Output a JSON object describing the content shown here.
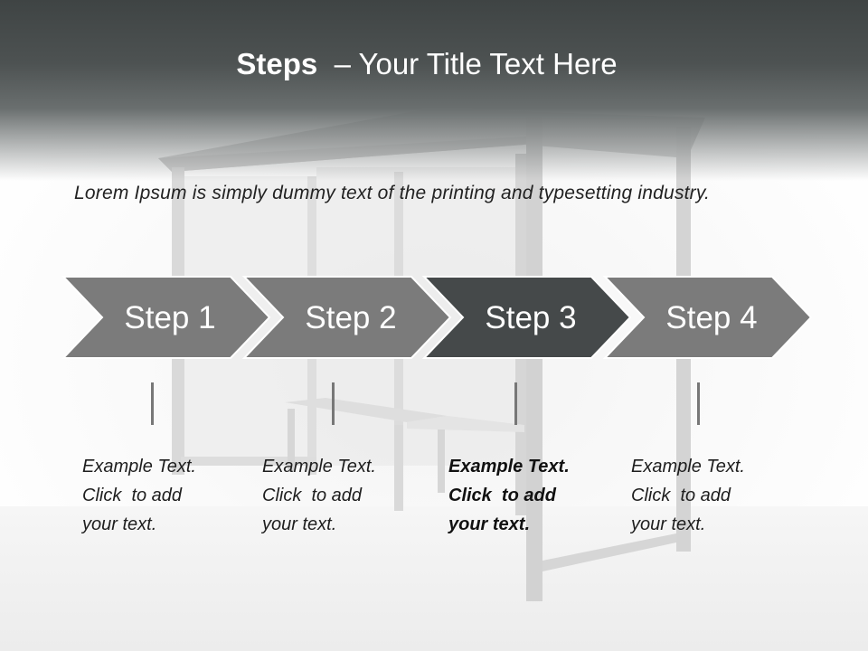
{
  "slide": {
    "title_bold": "Steps",
    "title_rest": "– Your Title Text Here",
    "lead": "Lorem Ipsum is simply dummy text of the printing and typesetting industry.",
    "steps": [
      {
        "label": "Step 1",
        "active": false,
        "lines": [
          "Example Text.",
          "Click  to add",
          "your text."
        ]
      },
      {
        "label": "Step 2",
        "active": false,
        "lines": [
          "Example Text.",
          "Click  to add",
          "your text."
        ]
      },
      {
        "label": "Step 3",
        "active": true,
        "lines": [
          "Example Text.",
          "Click  to add",
          "your text."
        ]
      },
      {
        "label": "Step 4",
        "active": false,
        "lines": [
          "Example Text.",
          "Click  to add",
          "your text."
        ]
      }
    ]
  },
  "colors": {
    "step_fill": "#7b7b7b",
    "step_active_fill": "#45494a",
    "step_stroke": "#ffffff"
  }
}
